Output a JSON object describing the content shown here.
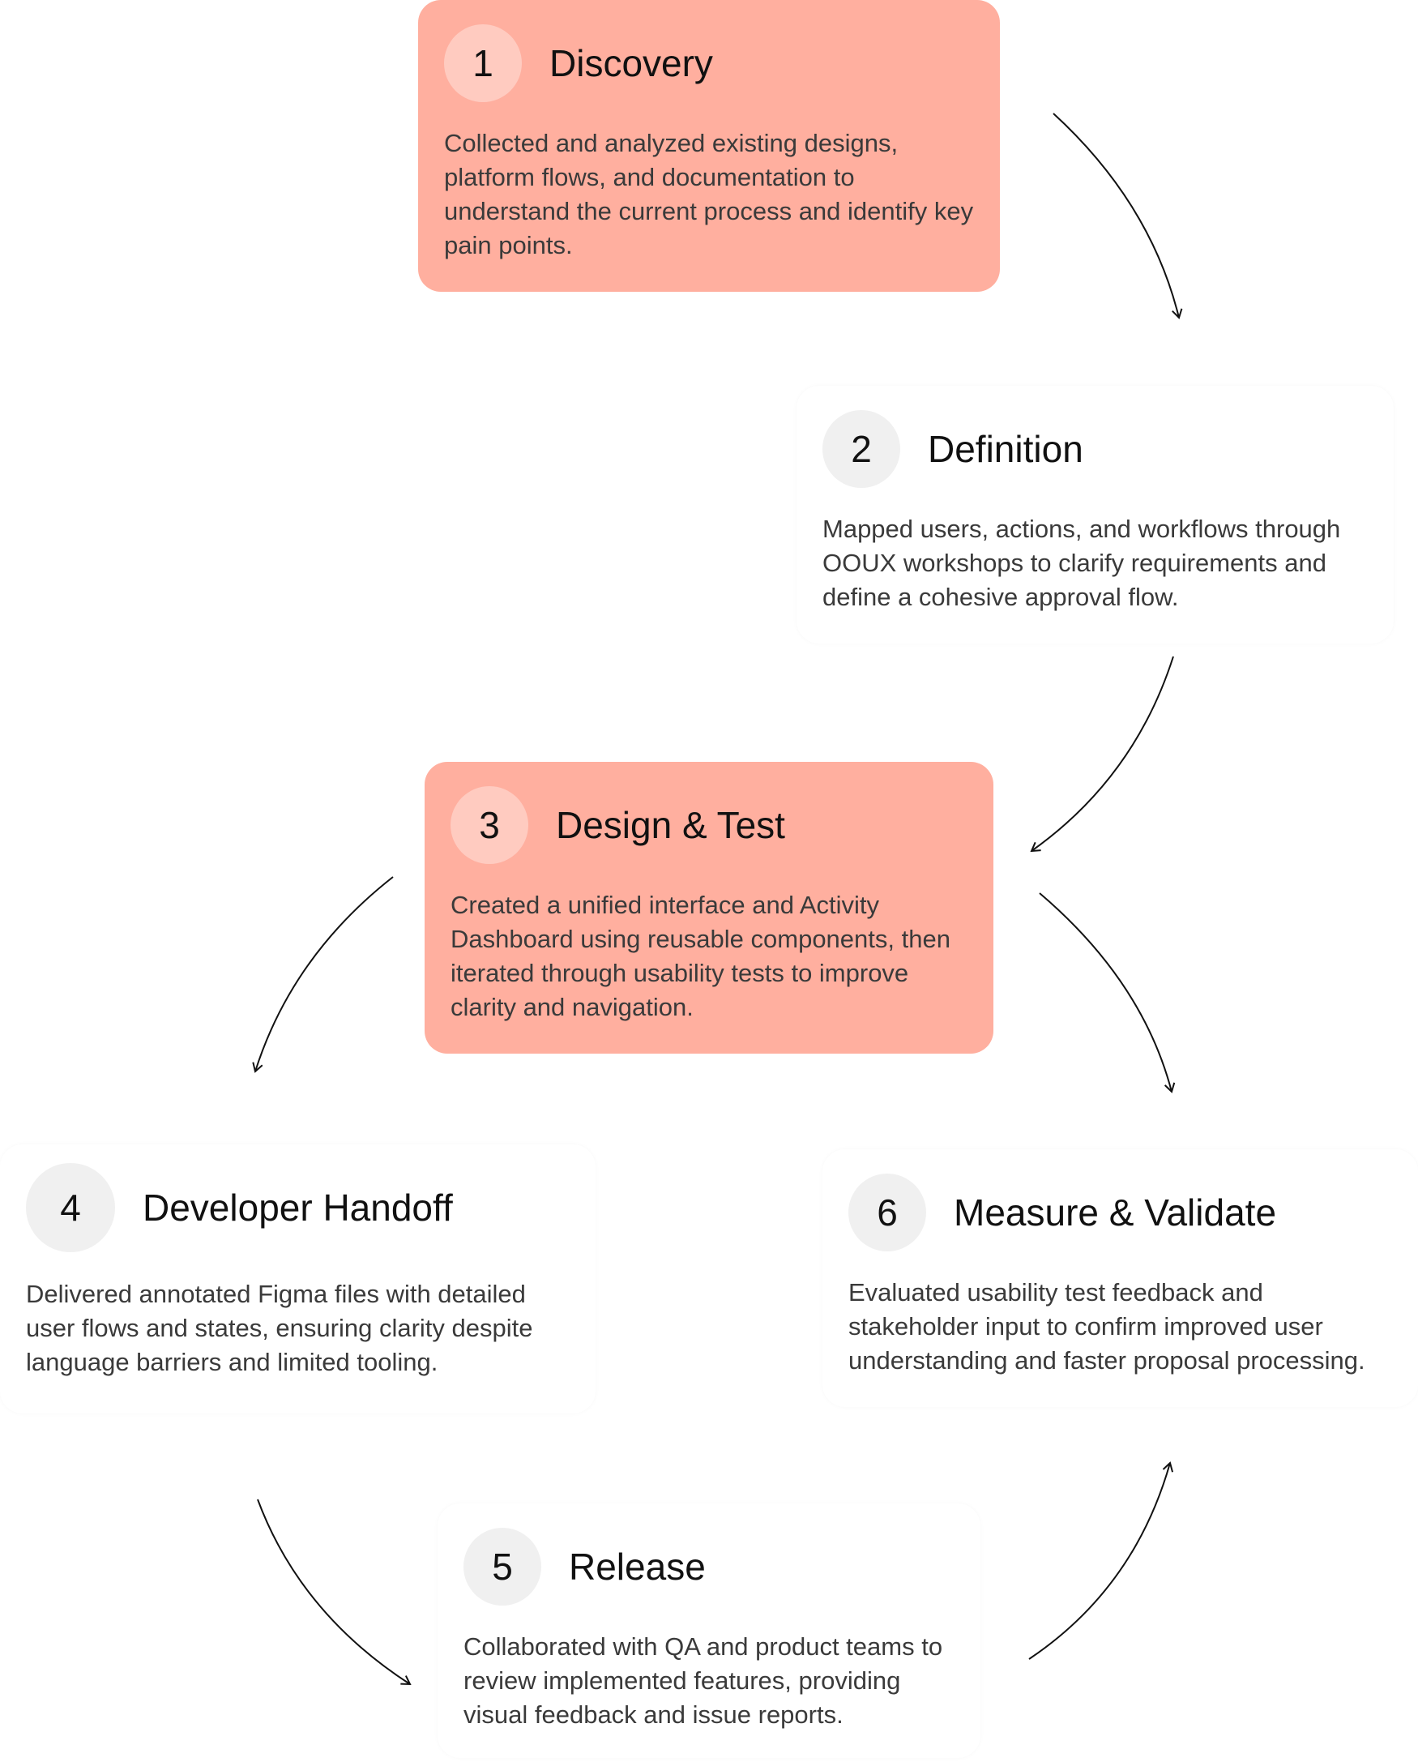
{
  "steps": [
    {
      "number": "1",
      "title": "Discovery",
      "description": "Collected and analyzed existing designs, platform flows, and documentation to understand the current process and identify key pain points.",
      "highlighted": true
    },
    {
      "number": "2",
      "title": "Definition",
      "description": "Mapped users, actions, and workflows through OOUX workshops to clarify requirements and define a cohesive approval flow.",
      "highlighted": false
    },
    {
      "number": "3",
      "title": "Design & Test",
      "description": "Created a unified interface and Activity Dashboard using reusable components, then iterated through usability tests to improve clarity and navigation.",
      "highlighted": true
    },
    {
      "number": "4",
      "title": "Developer Handoff",
      "description": "Delivered annotated Figma files with detailed user flows and states, ensuring clarity despite language barriers and limited tooling.",
      "highlighted": false
    },
    {
      "number": "5",
      "title": "Release",
      "description": "Collaborated with QA and product teams to review implemented features, providing visual feedback and issue reports.",
      "highlighted": false
    },
    {
      "number": "6",
      "title": "Measure & Validate",
      "description": "Evaluated usability test feedback and stakeholder input to confirm improved user understanding and faster proposal processing.",
      "highlighted": false
    }
  ],
  "colors": {
    "highlight_card": "#ffaf9f",
    "plain_card": "#ffffff",
    "arrow": "#111111"
  }
}
